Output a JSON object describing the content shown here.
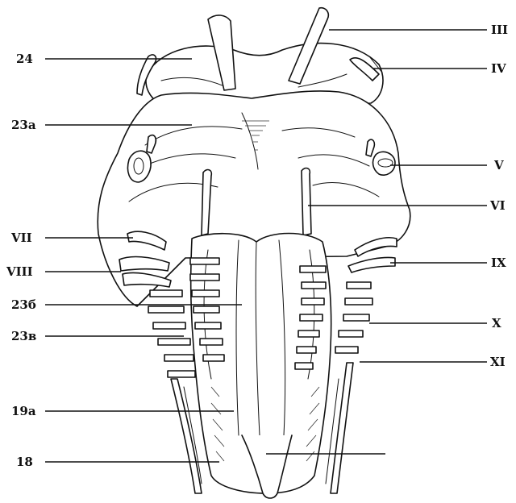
{
  "labels_left": [
    {
      "id": "l24",
      "text": "24"
    },
    {
      "id": "l23a",
      "text": "23а"
    },
    {
      "id": "lVII",
      "text": "VII"
    },
    {
      "id": "lVIII",
      "text": "VIII"
    },
    {
      "id": "l23b",
      "text": "23б"
    },
    {
      "id": "l23v",
      "text": "23в"
    },
    {
      "id": "l19a",
      "text": "19а"
    },
    {
      "id": "l18",
      "text": "18"
    }
  ],
  "labels_right": [
    {
      "id": "rIII",
      "text": "III"
    },
    {
      "id": "rIV",
      "text": "IV"
    },
    {
      "id": "rV",
      "text": "V"
    },
    {
      "id": "rVI",
      "text": "VI"
    },
    {
      "id": "rIX",
      "text": "IX"
    },
    {
      "id": "rX",
      "text": "X"
    },
    {
      "id": "rXI",
      "text": "XI"
    }
  ]
}
